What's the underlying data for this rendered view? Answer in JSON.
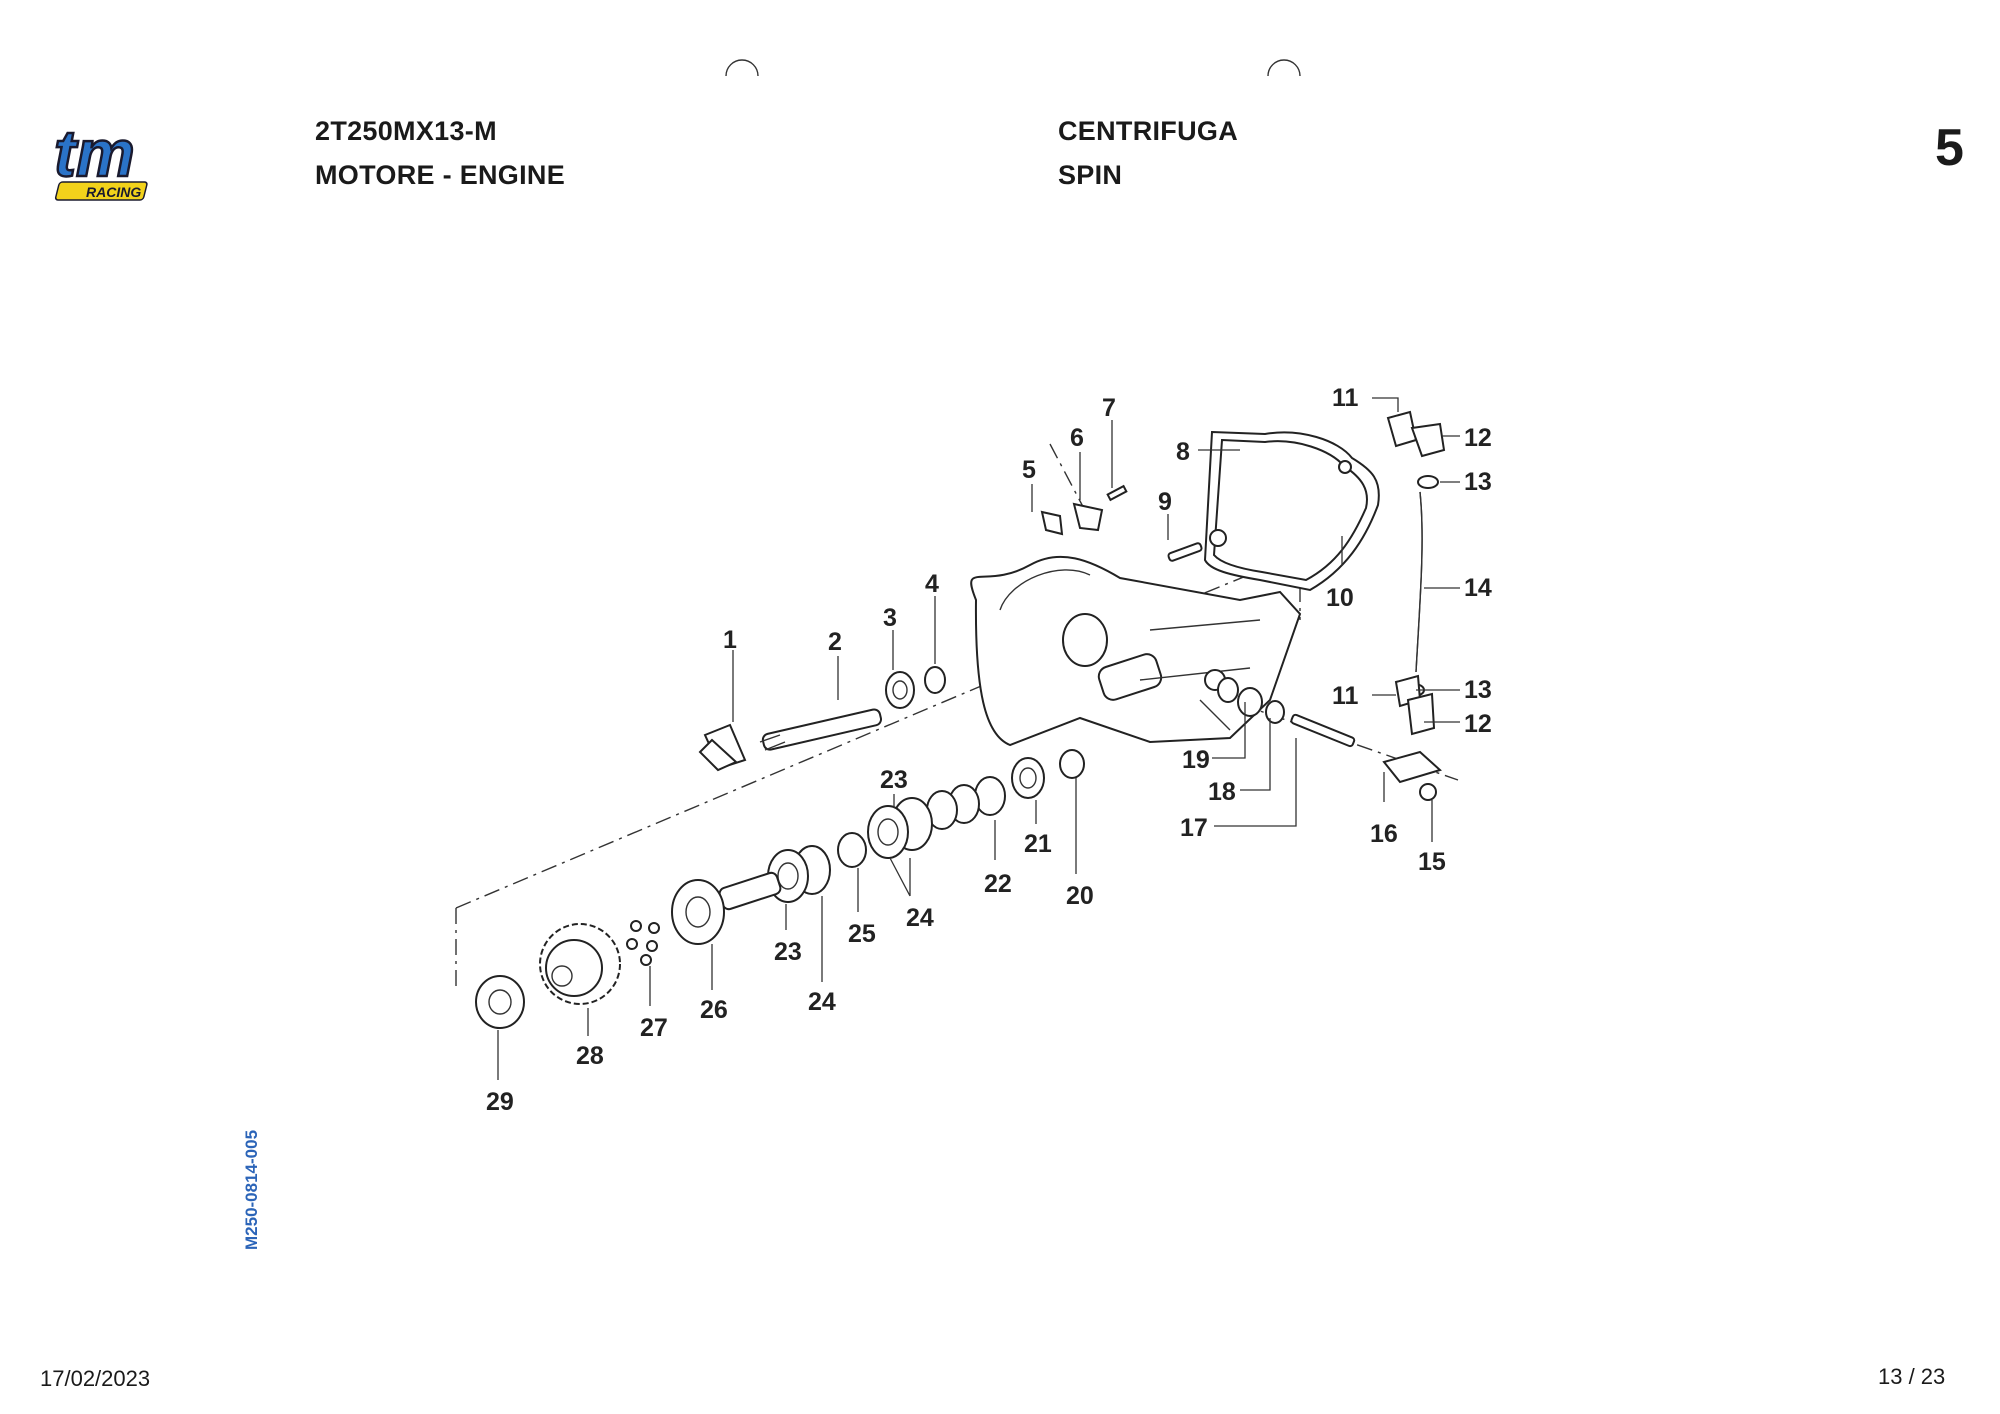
{
  "header": {
    "logo_text": "tm",
    "logo_subtext": "RACING",
    "model_code": "2T250MX13-M",
    "section": "MOTORE - ENGINE",
    "group_it": "CENTRIFUGA",
    "group_en": "SPIN",
    "table_number": "5"
  },
  "document_code": "M250-0814-005",
  "footer": {
    "date": "17/02/2023",
    "page": "13 / 23"
  },
  "colors": {
    "logo_blue": "#2a73c8",
    "logo_dark": "#1a1a2e",
    "logo_yellow": "#f2d21b",
    "code_blue": "#2b64b8"
  },
  "callouts": [
    "1",
    "2",
    "3",
    "4",
    "5",
    "6",
    "7",
    "8",
    "9",
    "10",
    "11",
    "12",
    "13",
    "14",
    "11",
    "13",
    "12",
    "16",
    "15",
    "19",
    "18",
    "17",
    "20",
    "21",
    "22",
    "23",
    "24",
    "25",
    "23",
    "24",
    "26",
    "27",
    "28",
    "29"
  ]
}
